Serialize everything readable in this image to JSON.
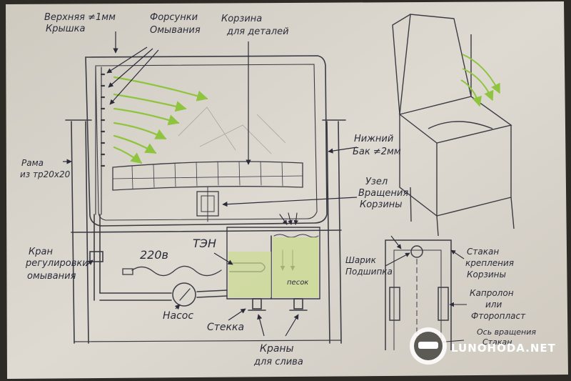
{
  "labels": {
    "top_lid": [
      "Верхняя ≠1мм",
      "Крышка"
    ],
    "nozzles": [
      "Форсунки",
      "Омывания"
    ],
    "basket": [
      "Корзина",
      "для деталей"
    ],
    "frame": [
      "Рама",
      "из тр20х20"
    ],
    "lower_tank": [
      "Нижний",
      "Бак ≠2мм"
    ],
    "rotation_node": [
      "Узел",
      "Вращения",
      "Корзины"
    ],
    "valve_wash": [
      "Кран",
      "регулировки",
      "омывания"
    ],
    "voltage": "220в",
    "heater": "ТЭН",
    "pump": "Насос",
    "drain_glass": "Стекка",
    "drain_taps": [
      "Краны",
      "для слива"
    ],
    "sand": "песок",
    "ball_bearing": [
      "Шарик",
      "Подшипка"
    ],
    "basket_cup": [
      "Стакан",
      "крепления",
      "Корзины"
    ],
    "caprolon": [
      "Капролон",
      "или",
      "Фторопласт"
    ],
    "rotation_axis": [
      "Ось вращения",
      "Стакан"
    ]
  },
  "watermark": "LUNOHODA.NET",
  "colors": {
    "paper": "#d9d5cc",
    "pencil": "#3b3b44",
    "ink": "#2b2b3a",
    "green": "#9ccf4a",
    "tank_green": "#cbdc8e"
  }
}
